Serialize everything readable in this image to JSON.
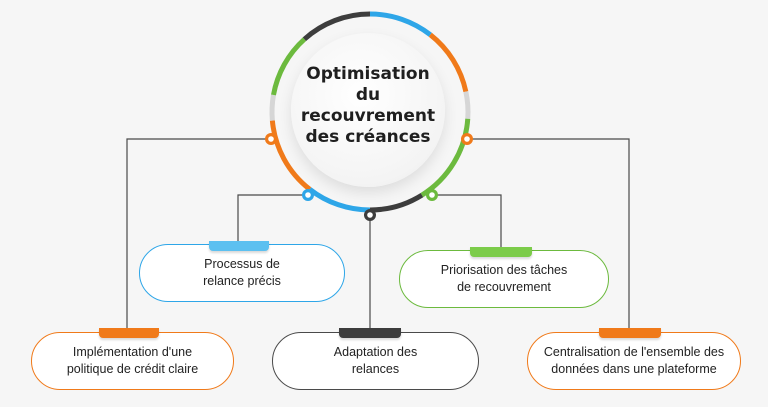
{
  "title": "Optimisation\ndu\nrecouvrement\ndes créances",
  "colors": {
    "orange": "#f07a1a",
    "blue": "#2ea6e8",
    "green": "#6cba3e",
    "dark": "#3d3d3d",
    "gray": "#d6d6d6"
  },
  "cards": [
    {
      "label": "Processus de\nrelance précis",
      "accent": "blue"
    },
    {
      "label": "Priorisation des tâches\nde recouvrement",
      "accent": "green"
    },
    {
      "label": "Implémentation d'une\npolitique de crédit claire",
      "accent": "orange"
    },
    {
      "label": "Adaptation des\nrelances",
      "accent": "dark"
    },
    {
      "label": "Centralisation de l'ensemble des\ndonnées dans une plateforme",
      "accent": "orange"
    }
  ]
}
